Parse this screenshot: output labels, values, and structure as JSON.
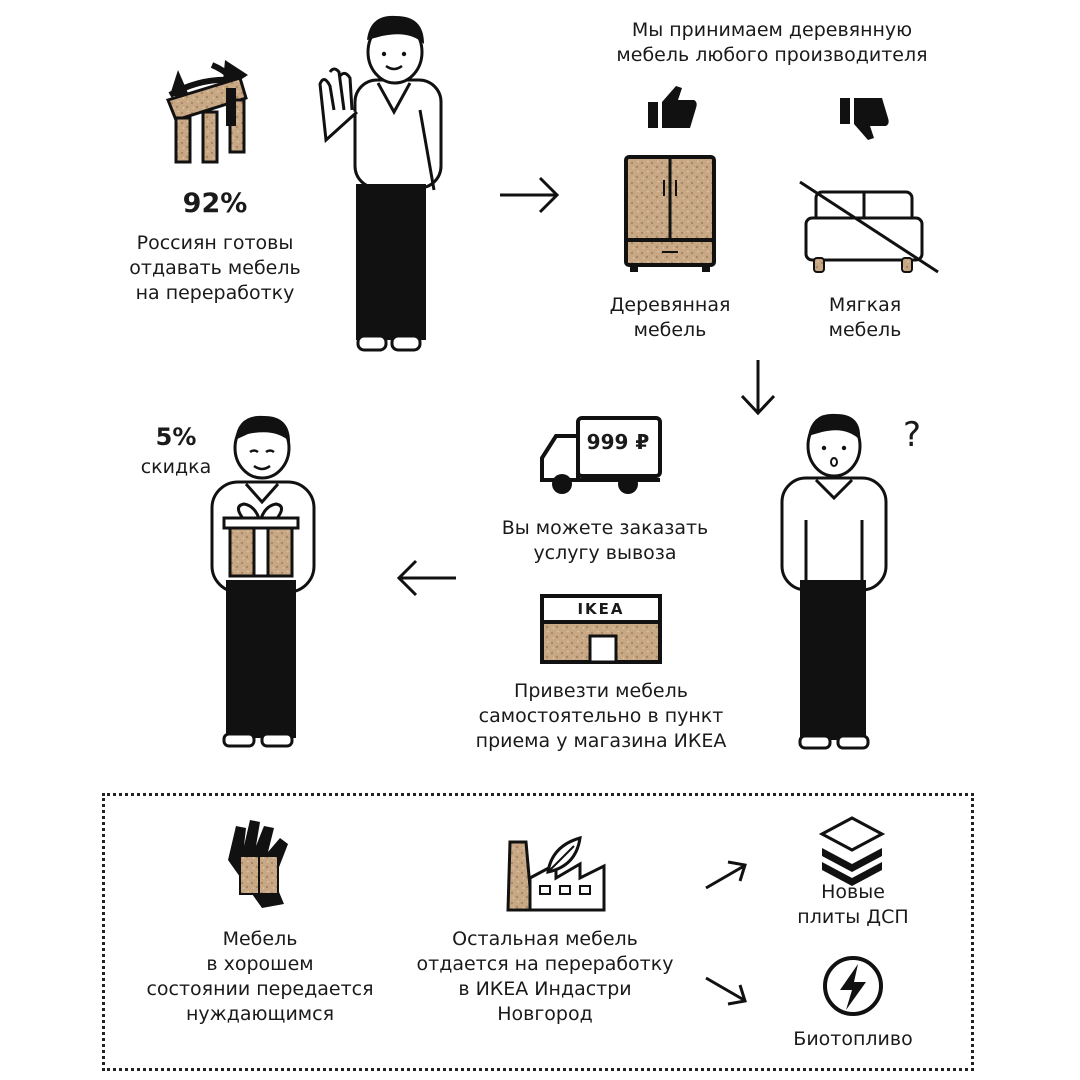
{
  "colors": {
    "ink": "#111111",
    "cork": "#c7a784",
    "cork_dark": "#a8875f",
    "white": "#ffffff"
  },
  "stat": {
    "value": "92%",
    "caption": "Россиян готовы\nотдавать мебель\nна переработку"
  },
  "accept": {
    "title": "Мы принимаем деревянную\nмебель любого производителя",
    "yes_label": "Деревянная\nмебель",
    "no_label": "Мягкая\nмебель"
  },
  "discount": {
    "value": "5%",
    "label": "скидка"
  },
  "delivery": {
    "price": "999 ₽",
    "caption": "Вы можете заказать\nуслугу вывоза"
  },
  "store": {
    "sign": "IKEA",
    "caption": "Привезти мебель\nсамостоятельно в пункт\nприема у магазина ИКЕА"
  },
  "question_mark": "?",
  "process": {
    "donate": "Мебель\nв хорошем\nсостоянии передается\nнуждающимся",
    "recycle": "Остальная мебель\nотдается на переработку\nв ИКЕА Индастри\nНовгород",
    "boards": "Новые\nплиты ДСП",
    "biofuel": "Биотопливо"
  },
  "icons": [
    "recycle-chair-icon",
    "person-waving-icon",
    "arrow-right-icon",
    "thumbs-up-icon",
    "thumbs-down-icon",
    "wooden-cabinet-icon",
    "crossed-sofa-icon",
    "arrow-down-icon",
    "person-question-icon",
    "truck-icon",
    "store-icon",
    "arrow-left-icon",
    "person-gift-icon",
    "gloves-icon",
    "factory-icon",
    "layers-icon",
    "lightning-icon"
  ]
}
